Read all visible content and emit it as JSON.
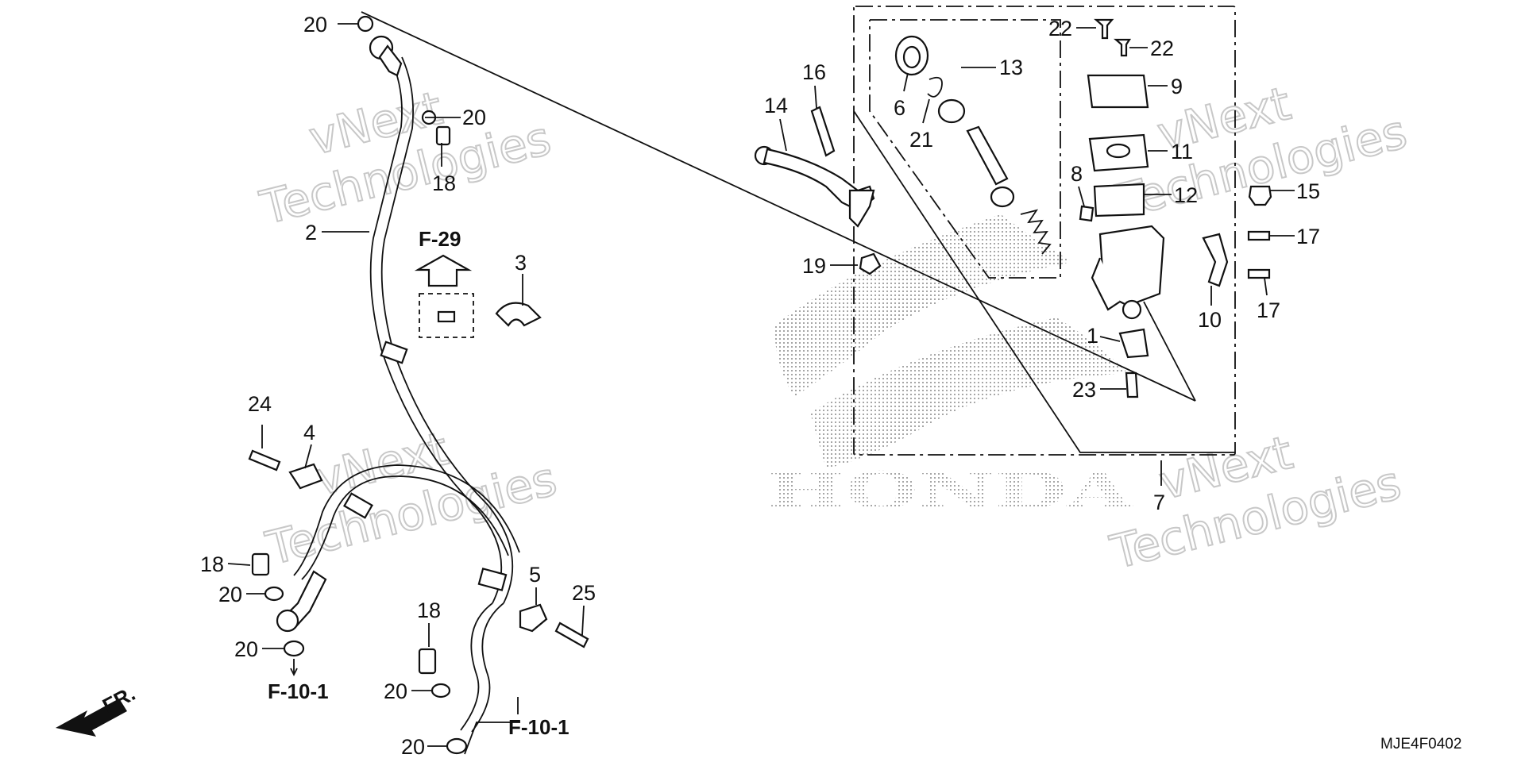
{
  "diagram_code": "MJE4F0402",
  "front_indicator": "FR.",
  "watermark": {
    "line1": "vNext",
    "line2": "Technologies"
  },
  "brand_text": "HONDA",
  "refs": {
    "up": "F-29",
    "down_left": "F-10-1",
    "down_right": "F-10-1"
  },
  "callouts": {
    "p1": "1",
    "p2": "2",
    "p3": "3",
    "p4": "4",
    "p5": "5",
    "p6": "6",
    "p7": "7",
    "p8": "8",
    "p9": "9",
    "p10": "10",
    "p11": "11",
    "p12": "12",
    "p13": "13",
    "p14": "14",
    "p15": "15",
    "p16": "16",
    "p17a": "17",
    "p17b": "17",
    "p18a": "18",
    "p18b": "18",
    "p18c": "18",
    "p19": "19",
    "p20a": "20",
    "p20b": "20",
    "p20c": "20",
    "p20d": "20",
    "p20e": "20",
    "p20f": "20",
    "p21": "21",
    "p22a": "22",
    "p22b": "22",
    "p23": "23",
    "p24": "24",
    "p25": "25"
  },
  "colors": {
    "line": "#111111",
    "watermark": "#c8c8c8",
    "brand_dots": "#8a8a8a"
  }
}
